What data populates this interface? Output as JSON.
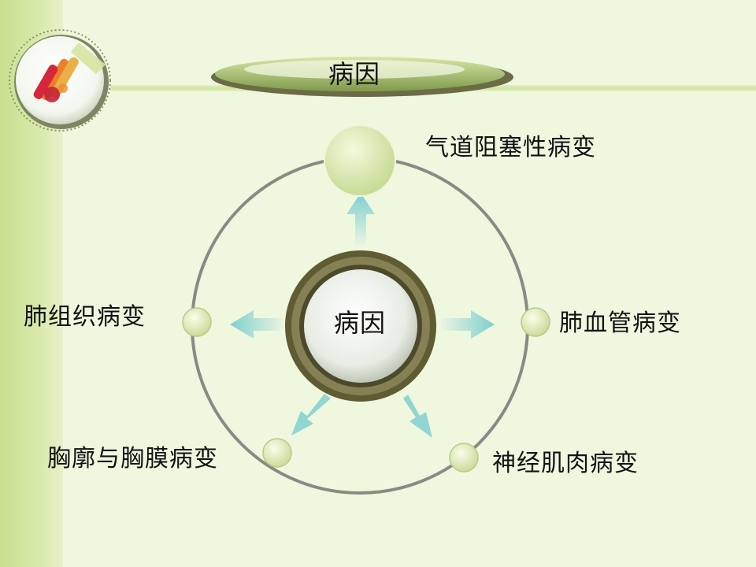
{
  "title": "病因",
  "center_label": "病因",
  "nodes": [
    {
      "id": "airway",
      "label": "气道阻塞性病变"
    },
    {
      "id": "vascular",
      "label": "肺血管病变"
    },
    {
      "id": "neuromuscular",
      "label": "神经肌肉病变"
    },
    {
      "id": "chestwall",
      "label": "胸廓与胸膜病变"
    },
    {
      "id": "parenchyma",
      "label": "肺组织病变"
    }
  ],
  "colors": {
    "background": "#eff8df",
    "band": "#d2e4a2",
    "ring": "#8a8a8a",
    "node_fill": "#dfeab5",
    "arrow": "#8fd3d0",
    "center_ring": "#6d6a3c"
  }
}
